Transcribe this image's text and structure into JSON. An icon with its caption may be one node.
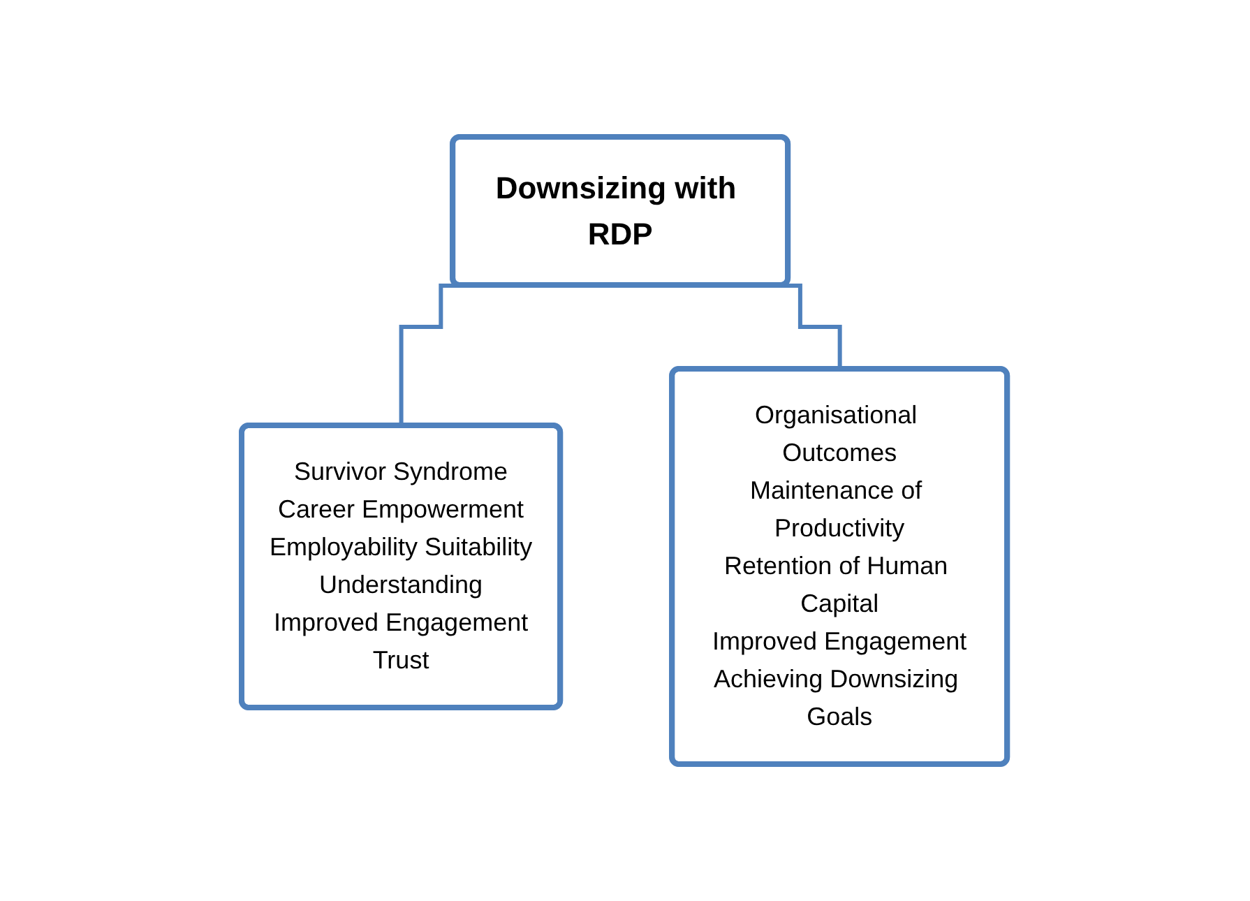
{
  "diagram": {
    "nodes": [
      {
        "text": [
          "Downsizing with RDP"
        ]
      },
      {
        "text": [
          "Survivor Syndrome",
          "Career Empowerment",
          "Employability Suitability",
          "Understanding",
          "Improved Engagement",
          "Trust"
        ]
      },
      {
        "text": [
          "Organisational Outcomes",
          "Maintenance of Productivity",
          "Retention of Human Capital",
          "Improved Engagement",
          "Achieving Downsizing Goals"
        ]
      }
    ],
    "edges": [
      {
        "from": 0,
        "to": 1,
        "arrow": "none"
      },
      {
        "from": 0,
        "to": 2,
        "arrow": "none"
      }
    ]
  }
}
